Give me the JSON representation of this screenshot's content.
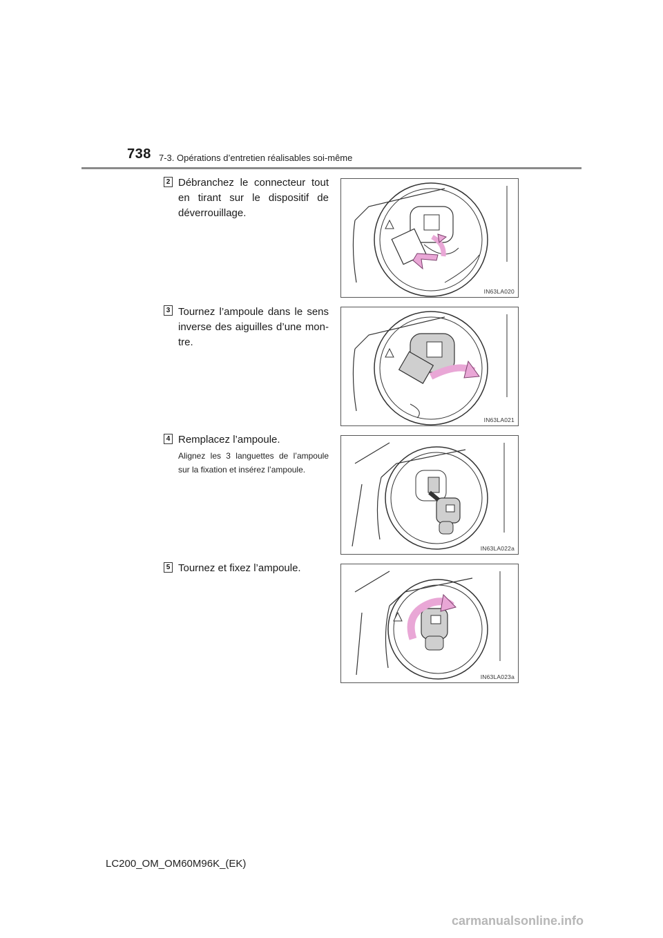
{
  "header": {
    "page_number": "738",
    "section_title": "7-3. Opérations d’entretien réalisables soi-même"
  },
  "steps": [
    {
      "number": "2",
      "text": "Débranchez le connecteur tout en tirant sur le dispositif de déverrouillage.",
      "figure_code": "IN63LA020"
    },
    {
      "number": "3",
      "text": "Tournez l’ampoule dans le sens inverse des aiguilles d’une mon-tre.",
      "figure_code": "IN63LA021"
    },
    {
      "number": "4",
      "text": "Remplacez l’ampoule.",
      "note": "Alignez les 3 languettes de l’ampoule sur la fixation et insérez l’ampoule.",
      "figure_code": "IN63LA022a"
    },
    {
      "number": "5",
      "text": "Tournez et fixez l’ampoule.",
      "figure_code": "IN63LA023a"
    }
  ],
  "footer": {
    "model_code": "LC200_OM_OM60M96K_(EK)"
  },
  "watermark": "carmanualsonline.info",
  "colors": {
    "arrow_pink": "#e9a7d6",
    "header_rule": "#8a8a8a",
    "part_gray": "#cfcfcf"
  }
}
